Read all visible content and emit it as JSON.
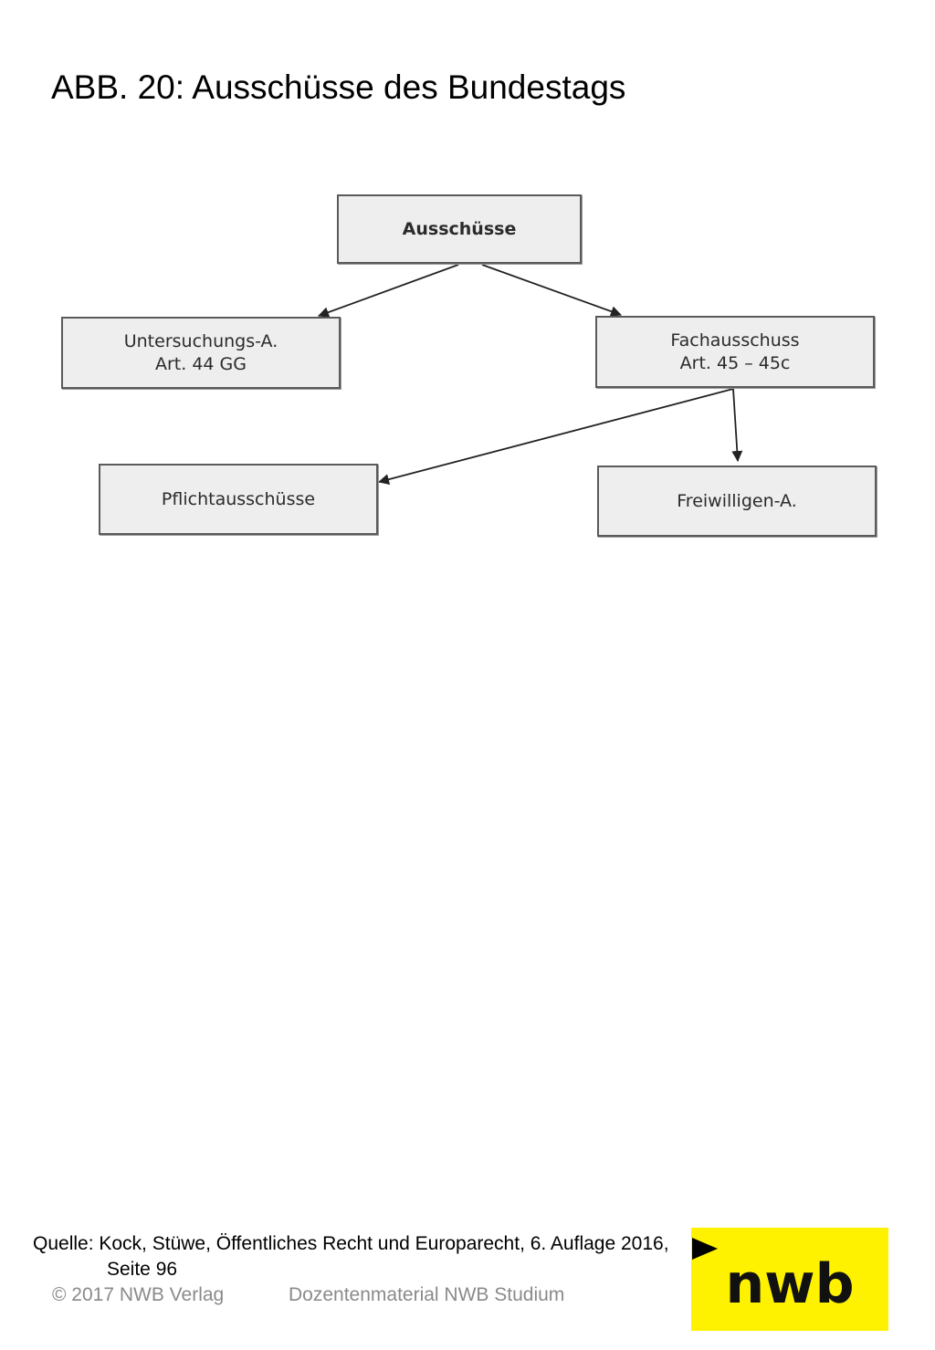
{
  "title": "ABB. 20: Ausschüsse des Bundestags",
  "diagram": {
    "nodes": {
      "root": {
        "lines": [
          "Ausschüsse"
        ]
      },
      "untersuchung": {
        "lines": [
          "Untersuchungs-A.",
          "Art. 44 GG"
        ]
      },
      "fach": {
        "lines": [
          "Fachausschuss",
          "Art. 45 – 45c"
        ]
      },
      "pflicht": {
        "lines": [
          "Pflichtausschüsse"
        ]
      },
      "freiwillig": {
        "lines": [
          "Freiwilligen-A."
        ]
      }
    },
    "edges": [
      {
        "from": "root",
        "to": "untersuchung"
      },
      {
        "from": "root",
        "to": "fach"
      },
      {
        "from": "fach",
        "to": "pflicht"
      },
      {
        "from": "fach",
        "to": "freiwillig"
      }
    ]
  },
  "source": {
    "line1": "Quelle: Kock, Stüwe, Öffentliches Recht und Europarecht, 6. Auflage 2016,",
    "line2": "Seite 96"
  },
  "footer": {
    "copyright": "© 2017 NWB Verlag",
    "material": "Dozentenmaterial NWB Studium"
  },
  "logo": {
    "text": "nwb",
    "color": "#fff200"
  },
  "icons": {
    "play": "play-icon"
  }
}
